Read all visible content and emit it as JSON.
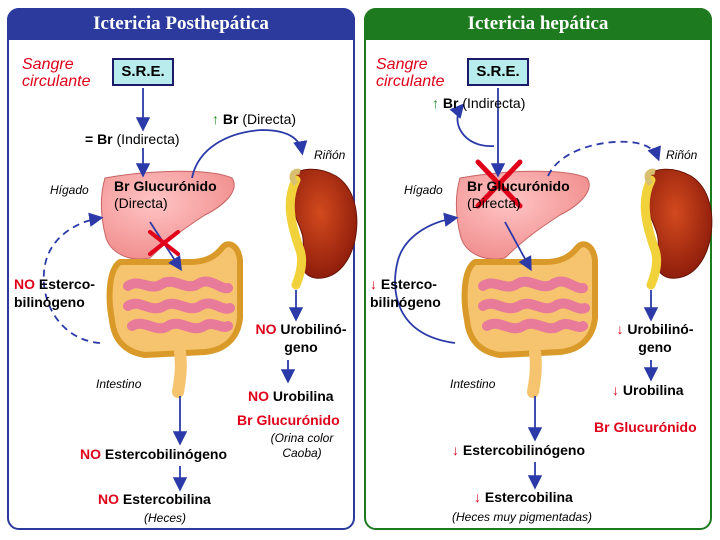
{
  "left": {
    "title": "Ictericia Posthepática",
    "blood": [
      "Sangre",
      "circulante"
    ],
    "sre": "S.R.E.",
    "br_eq": "= Br",
    "indirecta": "(Indirecta)",
    "up_arrow": "↑",
    "br": "Br",
    "directa": "(Directa)",
    "rinon": "Riñón",
    "higado": "Hígado",
    "br_gluc": "Br Glucurónido",
    "directa2": "(Directa)",
    "no": "NO",
    "esterco": "Esterco-",
    "bilinogeno": "bilinógeno",
    "urobilino": "Urobilinó-",
    "geno": "geno",
    "urobilina": "Urobilina",
    "br_gluc_red": "Br Glucurónido",
    "orina": "(Orina color",
    "caoba": "Caoba)",
    "intestino": "Intestino",
    "estercobilinogeno": "Estercobilinógeno",
    "estercobilina": "Estercobilina",
    "heces": "(Heces)"
  },
  "right": {
    "title": "Ictericia hepática",
    "blood": [
      "Sangre",
      "circulante"
    ],
    "sre": "S.R.E.",
    "up_arrow": "↑",
    "br": "Br",
    "indirecta": "(Indirecta)",
    "rinon": "Riñón",
    "higado": "Hígado",
    "br_gluc": "Br Glucurónido",
    "directa": "(Directa)",
    "down_arrow": "↓",
    "esterco": "Esterco-",
    "bilinogeno": "bilinógeno",
    "urobilino": "Urobilinó-",
    "geno": "geno",
    "urobilina": "Urobilina",
    "br_gluc_red": "Br Glucurónido",
    "intestino": "Intestino",
    "estercobilinogeno": "Estercobilinógeno",
    "estercobilina": "Estercobilina",
    "heces": "(Heces muy pigmentadas)"
  },
  "colors": {
    "left_panel": "#2b3a9c",
    "right_panel": "#1e7a1e",
    "red_text": "#e0001a",
    "arrow": "#2b3aa8"
  }
}
